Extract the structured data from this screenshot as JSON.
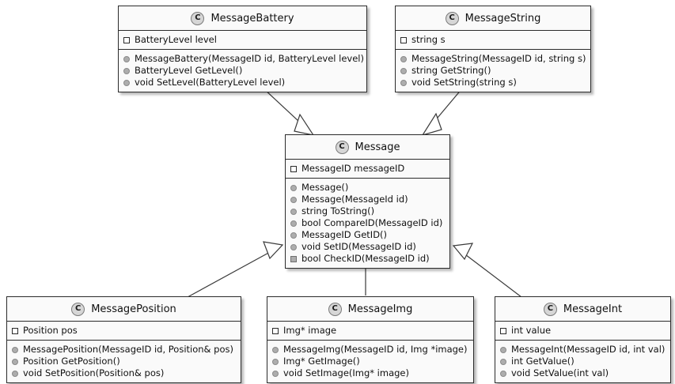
{
  "diagram": {
    "title": "Message class hierarchy UML diagram",
    "type": "uml-class-diagram",
    "relationship_type": "generalization",
    "base_class": "Message",
    "colors": {
      "box_fill": "#FAFAFA",
      "box_border": "#2b2b2b",
      "icon_fill": "#D6D6D6",
      "public_marker": "#ADADAD",
      "edge": "#3a3a3a"
    }
  },
  "classes": [
    {
      "id": "message-battery",
      "name": "MessageBattery",
      "icon": "class-circle-icon",
      "attributes": [
        {
          "visibility": "field-private",
          "text": "BatteryLevel level"
        }
      ],
      "methods": [
        {
          "visibility": "method-public",
          "text": "MessageBattery(MessageID id, BatteryLevel level)"
        },
        {
          "visibility": "method-public",
          "text": "BatteryLevel GetLevel()"
        },
        {
          "visibility": "method-public",
          "text": "void SetLevel(BatteryLevel level)"
        }
      ]
    },
    {
      "id": "message-string",
      "name": "MessageString",
      "icon": "class-circle-icon",
      "attributes": [
        {
          "visibility": "field-private",
          "text": "string s"
        }
      ],
      "methods": [
        {
          "visibility": "method-public",
          "text": "MessageString(MessageID id, string s)"
        },
        {
          "visibility": "method-public",
          "text": "string GetString()"
        },
        {
          "visibility": "method-public",
          "text": "void SetString(string s)"
        }
      ]
    },
    {
      "id": "message",
      "name": "Message",
      "icon": "class-circle-icon",
      "attributes": [
        {
          "visibility": "field-private",
          "text": "MessageID messageID"
        }
      ],
      "methods": [
        {
          "visibility": "method-public",
          "text": "Message()"
        },
        {
          "visibility": "method-public",
          "text": "Message(MessageId id)"
        },
        {
          "visibility": "method-public",
          "text": "string ToString()"
        },
        {
          "visibility": "method-public",
          "text": "bool CompareID(MessageID id)"
        },
        {
          "visibility": "method-public",
          "text": "MessageID GetID()"
        },
        {
          "visibility": "method-public",
          "text": "void SetID(MessageID id)"
        },
        {
          "visibility": "method-protected",
          "text": "bool CheckID(MessageID id)"
        }
      ]
    },
    {
      "id": "message-position",
      "name": "MessagePosition",
      "icon": "class-circle-icon",
      "attributes": [
        {
          "visibility": "field-private",
          "text": "Position pos"
        }
      ],
      "methods": [
        {
          "visibility": "method-public",
          "text": "MessagePosition(MessageID id, Position& pos)"
        },
        {
          "visibility": "method-public",
          "text": "Position GetPosition()"
        },
        {
          "visibility": "method-public",
          "text": "void SetPosition(Position& pos)"
        }
      ]
    },
    {
      "id": "message-img",
      "name": "MessageImg",
      "icon": "class-circle-icon",
      "attributes": [
        {
          "visibility": "field-private",
          "text": "Img* image"
        }
      ],
      "methods": [
        {
          "visibility": "method-public",
          "text": "MessageImg(MessageID id, Img *image)"
        },
        {
          "visibility": "method-public",
          "text": "Img* GetImage()"
        },
        {
          "visibility": "method-public",
          "text": "void SetImage(Img* image)"
        }
      ]
    },
    {
      "id": "message-int",
      "name": "MessageInt",
      "icon": "class-circle-icon",
      "attributes": [
        {
          "visibility": "field-private",
          "text": "int value"
        }
      ],
      "methods": [
        {
          "visibility": "method-public",
          "text": "MessageInt(MessageID id, int val)"
        },
        {
          "visibility": "method-public",
          "text": "int GetValue()"
        },
        {
          "visibility": "method-public",
          "text": "void SetValue(int val)"
        }
      ]
    }
  ],
  "relationships": [
    {
      "from": "MessageBattery",
      "to": "Message",
      "type": "generalization"
    },
    {
      "from": "MessageString",
      "to": "Message",
      "type": "generalization"
    },
    {
      "from": "MessagePosition",
      "to": "Message",
      "type": "generalization"
    },
    {
      "from": "MessageImg",
      "to": "Message",
      "type": "generalization"
    },
    {
      "from": "MessageInt",
      "to": "Message",
      "type": "generalization"
    }
  ]
}
